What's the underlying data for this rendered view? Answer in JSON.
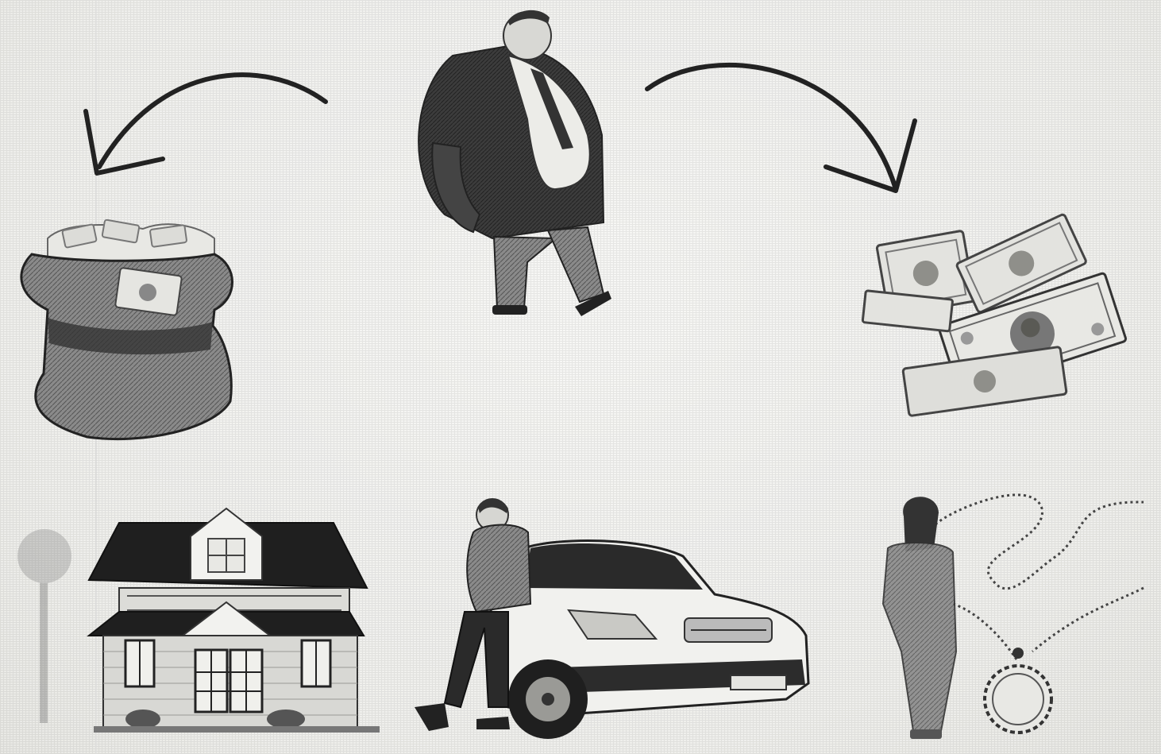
{
  "diagram": {
    "center_figure": "rich-man-icon",
    "outcomes": [
      {
        "name": "money-bag-icon",
        "position": "left"
      },
      {
        "name": "banknotes-icon",
        "position": "right"
      },
      {
        "name": "house-icon",
        "position": "bottom-left"
      },
      {
        "name": "car-icon",
        "position": "bottom-center"
      },
      {
        "name": "necklace-icon",
        "position": "bottom-right"
      }
    ],
    "arrows": [
      "arrow-to-money-bag-icon",
      "arrow-to-banknotes-icon"
    ],
    "colors": {
      "ink": "#2a2a2a",
      "mid_gray": "#777777",
      "paper": "#f3f3f1"
    }
  }
}
